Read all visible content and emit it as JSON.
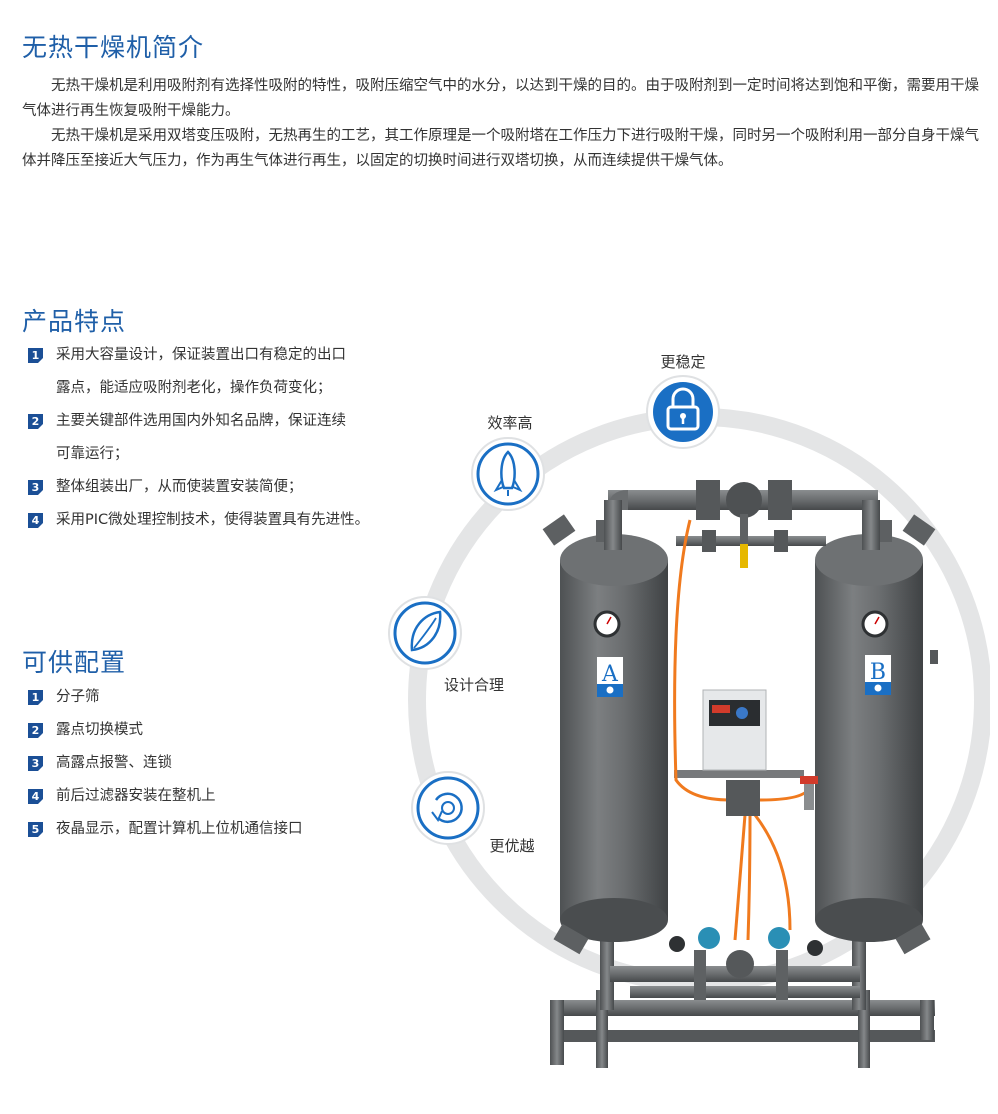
{
  "intro": {
    "title": "无热干燥机简介",
    "para1": "无热干燥机是利用吸附剂有选择性吸附的特性，吸附压缩空气中的水分，以达到干燥的目的。由于吸附剂到一定时间将达到饱和平衡，需要用干燥气体进行再生恢复吸附干燥能力。",
    "para2": "无热干燥机是采用双塔变压吸附，无热再生的工艺，其工作原理是一个吸附塔在工作压力下进行吸附干燥，同时另一个吸附利用一部分自身干燥气体并降压至接近大气压力，作为再生气体进行再生，以固定的切换时间进行双塔切换，从而连续提供干燥气体。"
  },
  "features": {
    "title": "产品特点",
    "items": [
      {
        "num": "1",
        "line1": "采用大容量设计，保证装置出口有稳定的出口",
        "line2": "露点，能适应吸附剂老化，操作负荷变化；"
      },
      {
        "num": "2",
        "line1": "主要关键部件选用国内外知名品牌，保证连续",
        "line2": "可靠运行；"
      },
      {
        "num": "3",
        "line1": "整体组装出厂，从而使装置安装简便；",
        "line2": ""
      },
      {
        "num": "4",
        "line1": "采用PIC微处理控制技术，使得装置具有先进性。",
        "line2": ""
      }
    ]
  },
  "config": {
    "title": "可供配置",
    "items": [
      {
        "num": "1",
        "text": "分子筛"
      },
      {
        "num": "2",
        "text": "露点切换模式"
      },
      {
        "num": "3",
        "text": "高露点报警、连锁"
      },
      {
        "num": "4",
        "text": "前后过滤器安装在整机上"
      },
      {
        "num": "5",
        "text": "夜晶显示，配置计算机上位机通信接口"
      }
    ]
  },
  "ring": {
    "stable": "更稳定",
    "efficient": "效率高",
    "design": "设计合理",
    "superior": "更优越"
  },
  "machine": {
    "tower_a": "A",
    "tower_b": "B"
  },
  "colors": {
    "accent": "#1f5fa8",
    "badge": "#1b4f96",
    "icon_blue": "#1a6fc4",
    "tower": "#6b6e70",
    "hose": "#f07a1e"
  }
}
